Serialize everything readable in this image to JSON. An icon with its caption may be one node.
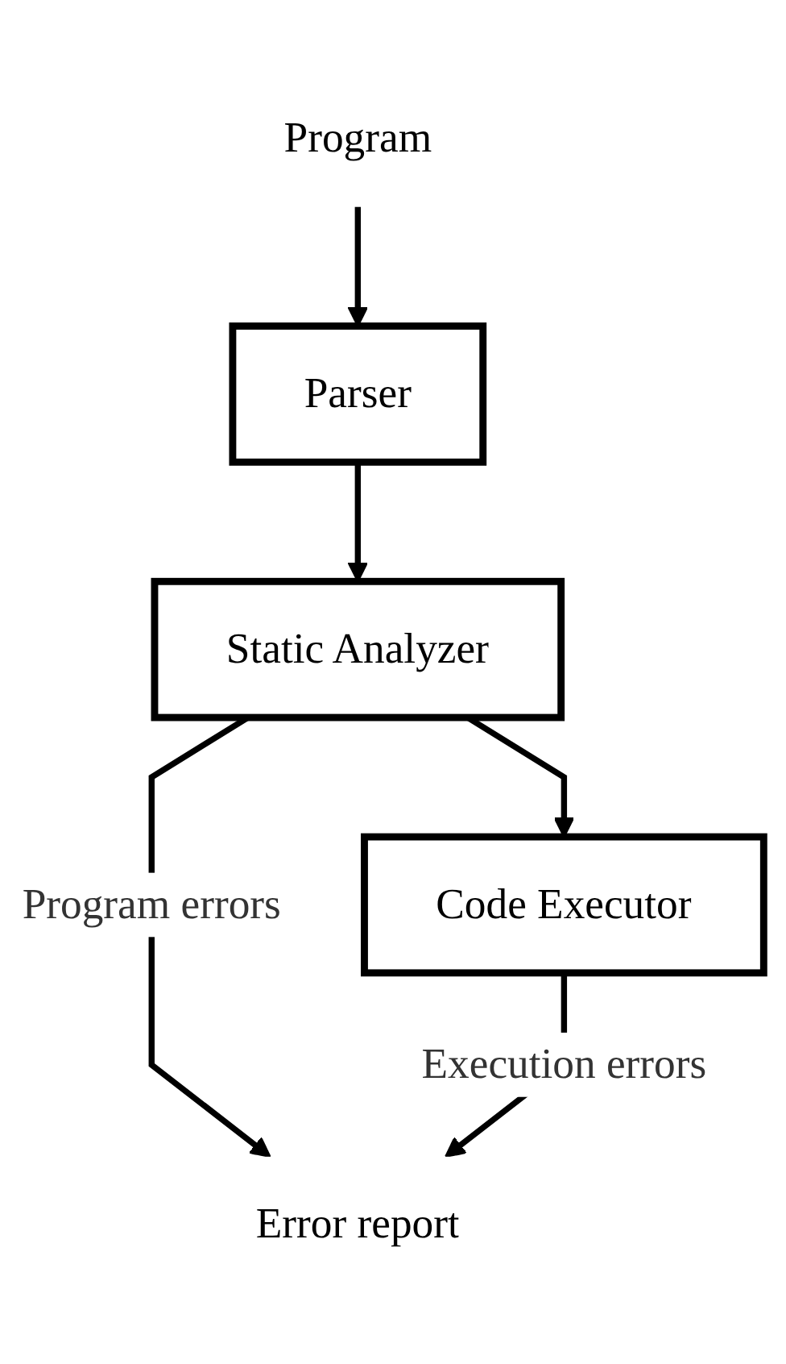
{
  "diagram": {
    "nodes": [
      {
        "text": [
          "Program"
        ]
      },
      {
        "text": [
          "Parser"
        ]
      },
      {
        "text": [
          "Static Analyzer"
        ]
      },
      {
        "text": [
          "Code Executor"
        ]
      },
      {
        "text": [
          "Error report"
        ]
      }
    ],
    "edges": [
      {
        "from": 0,
        "to": 1,
        "arrow": "to"
      },
      {
        "from": 1,
        "to": 2,
        "arrow": "to"
      },
      {
        "from": 2,
        "to": 3,
        "arrow": "to"
      },
      {
        "from": 2,
        "to": 4,
        "arrow": "to",
        "label": "Program errors"
      },
      {
        "from": 3,
        "to": 4,
        "arrow": "to",
        "label": "Execution errors"
      }
    ]
  }
}
